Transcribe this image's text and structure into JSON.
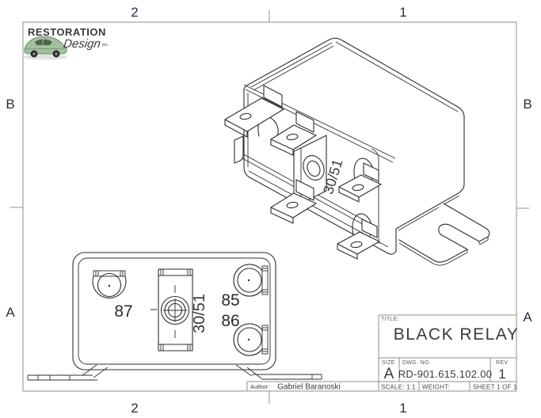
{
  "frame": {
    "zone_col_left": "2",
    "zone_col_right": "1",
    "zone_row_top": "B",
    "zone_row_bottom": "A"
  },
  "logo": {
    "line1": "RESTORATION",
    "line2": "Design",
    "line2_suffix": "inc."
  },
  "views": {
    "iso": {
      "center_terminal_label": "30/51"
    },
    "bottom": {
      "terminal_87": "87",
      "terminal_center": "30/51",
      "terminal_85": "85",
      "terminal_86": "86"
    }
  },
  "title_block": {
    "title_label": "TITLE:",
    "title": "BLACK RELAY",
    "size_label": "SIZE",
    "size": "A",
    "dwg_label": "DWG.  NO.",
    "dwg_no": "RD-901.615.102.00",
    "rev_label": "REV",
    "rev": "1",
    "scale": "SCALE: 1:1",
    "weight": "WEIGHT:",
    "sheet": "SHEET 1 OF 1",
    "author_label": "Author:",
    "author": "Gabriel Baranoski"
  },
  "colors": {
    "line": "#2e2e2e",
    "frame_line": "#8f8f8f",
    "car_body": "#a3bfa0",
    "car_dark": "#5d7a5c"
  }
}
